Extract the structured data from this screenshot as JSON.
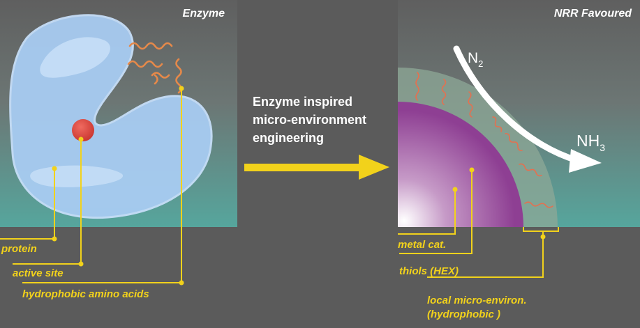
{
  "left_panel": {
    "title": "Enzyme",
    "labels": {
      "protein": "protein",
      "active_site": "active site",
      "hydrophobic": "hydrophobic amino acids"
    }
  },
  "center": {
    "line1": "Enzyme inspired",
    "line2": "micro-environment",
    "line3": "engineering"
  },
  "right_panel": {
    "title": "NRR Favoured",
    "n2": {
      "base": "N",
      "sub": "2"
    },
    "nh3": {
      "base": "NH",
      "sub": "3"
    },
    "labels": {
      "metal": "metal cat.",
      "thiols": "thiols (HEX)",
      "local1": "local micro-environ.",
      "local2": "(hydrophobic )"
    }
  },
  "colors": {
    "background": "#5b5b5b",
    "accent_yellow": "#f2d21b",
    "protein_blue": "#a8ccf2",
    "active_site_red": "#d9453f",
    "chain_orange": "#e5894a",
    "catalyst_purple": "#9a4c9e",
    "teal": "#4b9f97"
  }
}
